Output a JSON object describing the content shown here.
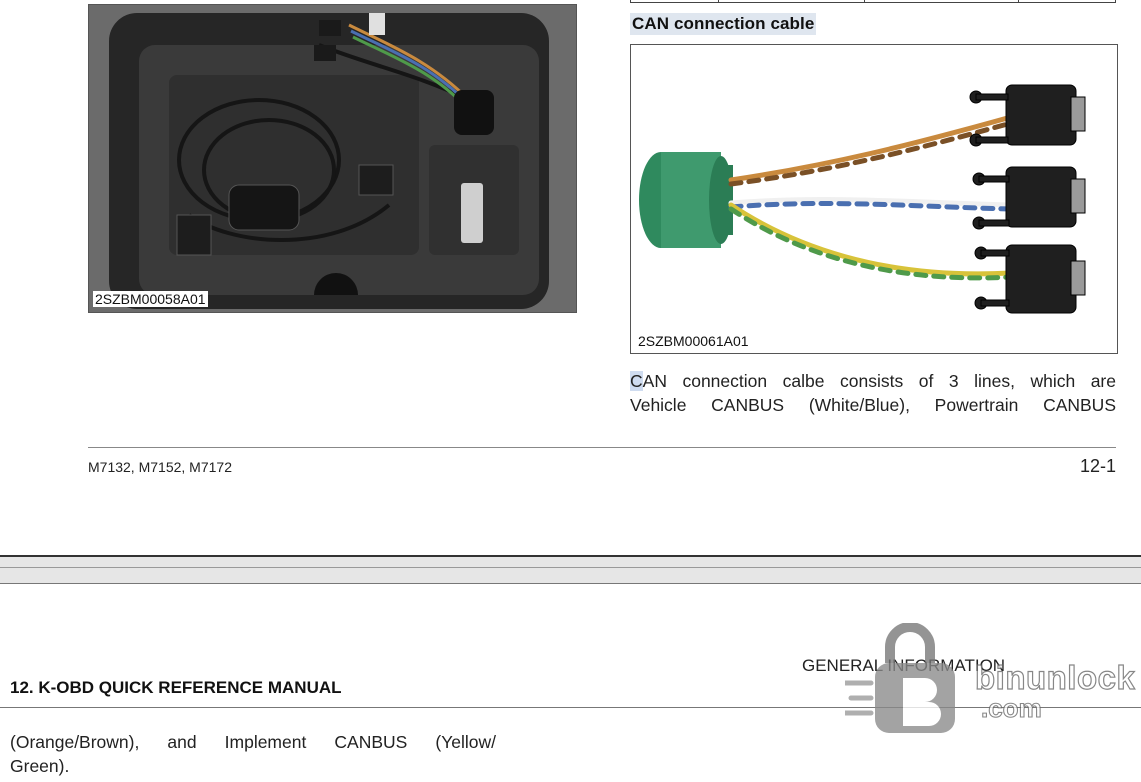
{
  "photo": {
    "figure_id": "2SZBM00058A01"
  },
  "cable": {
    "title": "CAN connection cable",
    "figure_id": "2SZBM00061A01",
    "colors": {
      "orange": "#c98a3e",
      "brown": "#7a5026",
      "white": "#f2f2f2",
      "blue": "#4a6fb0",
      "yellow": "#d8c33a",
      "green": "#4f9a4a",
      "connector_green": "#3f9a6e"
    }
  },
  "body": {
    "first_letter": "C",
    "line1_rest": "AN connection calbe consists of 3 lines, which are",
    "line2": "Vehicle CANBUS (White/Blue), Powertrain CANBUS"
  },
  "footer": {
    "models": "M7132, M7152, M7172",
    "page": "12-1"
  },
  "next_page": {
    "section_title": "12. K-OBD QUICK REFERENCE MANUAL",
    "header_right": "GENERAL INFORMATION",
    "cont_line1": "(Orange/Brown), and Implement CANBUS (Yellow/",
    "cont_line2": "Green)."
  },
  "watermark": {
    "line1": "binunlock",
    "line2": ".com"
  }
}
